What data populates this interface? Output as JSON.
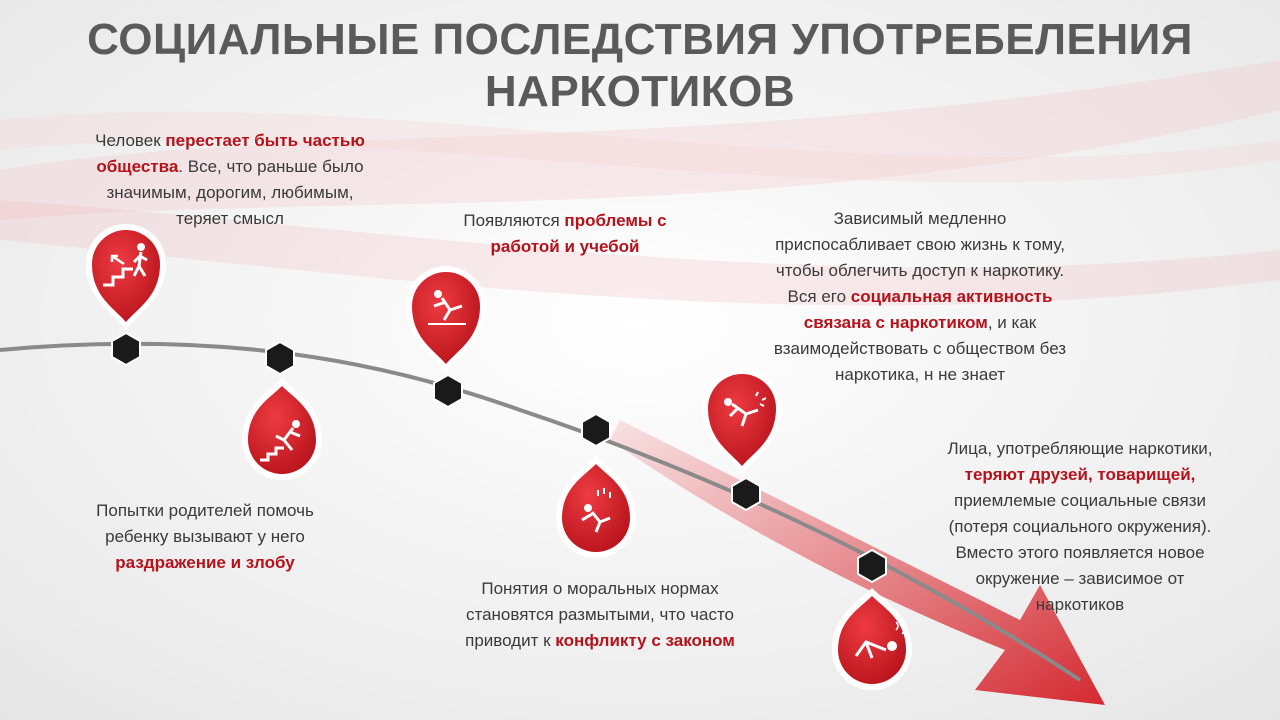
{
  "title": {
    "line1": "СОЦИАЛЬНЫЕ ПОСЛЕДСТВИЯ УПОТРЕБЕЛЕНИЯ",
    "line2": "НАРКОТИКОВ"
  },
  "colors": {
    "accent": "#b5121b",
    "marker_red": "#d21f26",
    "title_gray": "#5a5a5a",
    "text": "#3a3a3a",
    "node": "#1a1a1a",
    "line": "#8a8a8a"
  },
  "stages": [
    {
      "icon": "stairs-walking-person-icon",
      "lines": [
        [
          {
            "t": "Человек "
          },
          {
            "t": "перестает быть частью",
            "hl": true
          }
        ],
        [
          {
            "t": "общества",
            "hl": true
          },
          {
            "t": ". Все, что раньше было"
          }
        ],
        [
          {
            "t": "значимым, дорогим, любимым,"
          }
        ],
        [
          {
            "t": "теряет смысл"
          }
        ]
      ]
    },
    {
      "icon": "falling-on-stairs-person-icon",
      "lines": [
        [
          {
            "t": "Попытки родителей помочь"
          }
        ],
        [
          {
            "t": "ребенку вызывают у него"
          }
        ],
        [
          {
            "t": "раздражение и злобу",
            "hl": true
          }
        ]
      ]
    },
    {
      "icon": "slipping-person-icon",
      "lines": [
        [
          {
            "t": "Появляются "
          },
          {
            "t": "проблемы с",
            "hl": true
          }
        ],
        [
          {
            "t": "работой и учебой",
            "hl": true
          }
        ]
      ]
    },
    {
      "icon": "falling-debris-person-icon",
      "lines": [
        [
          {
            "t": "Понятия о моральных нормах"
          }
        ],
        [
          {
            "t": "становятся размытыми, что часто"
          }
        ],
        [
          {
            "t": "приводит к "
          },
          {
            "t": "конфликту с законом",
            "hl": true
          }
        ]
      ]
    },
    {
      "icon": "falling-backwards-person-icon",
      "lines": [
        [
          {
            "t": "Зависимый медленно"
          }
        ],
        [
          {
            "t": "приспосабливает свою жизнь к тому,"
          }
        ],
        [
          {
            "t": "чтобы облегчить доступ к наркотику."
          }
        ],
        [
          {
            "t": "Вся его "
          },
          {
            "t": "социальная активность",
            "hl": true
          }
        ],
        [
          {
            "t": "связана с наркотиком",
            "hl": true
          },
          {
            "t": ", и как"
          }
        ],
        [
          {
            "t": "взаимодействовать с обществом без"
          }
        ],
        [
          {
            "t": "наркотика, н не знает"
          }
        ]
      ]
    },
    {
      "icon": "collapsed-person-icon",
      "lines": [
        [
          {
            "t": "Лица, употребляющие наркотики,"
          }
        ],
        [
          {
            "t": "теряют друзей, товарищей,",
            "hl": true
          }
        ],
        [
          {
            "t": "приемлемые социальные связи"
          }
        ],
        [
          {
            "t": "(потеря социального окружения)."
          }
        ],
        [
          {
            "t": "Вместо этого появляется новое"
          }
        ],
        [
          {
            "t": "окружение – зависимое от"
          }
        ],
        [
          {
            "t": "наркотиков"
          }
        ]
      ]
    }
  ]
}
